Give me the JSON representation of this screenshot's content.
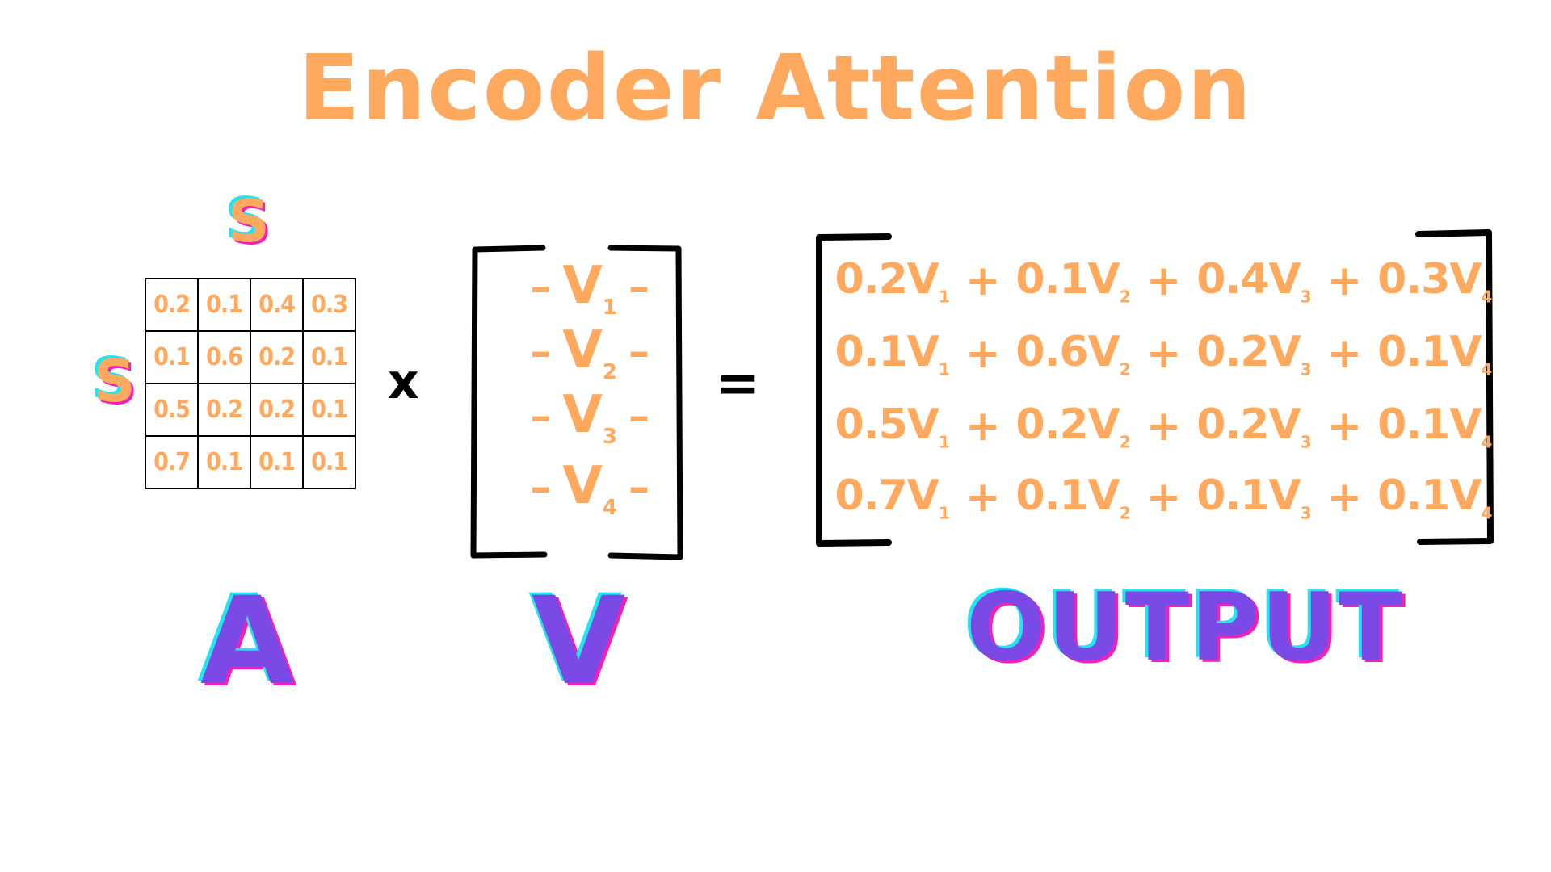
{
  "title": "Encoder Attention",
  "s_label": "S",
  "operators": {
    "times": "x",
    "equals": "="
  },
  "matrix_a": {
    "label": "A",
    "rows": [
      [
        "0.2",
        "0.1",
        "0.4",
        "0.3"
      ],
      [
        "0.1",
        "0.6",
        "0.2",
        "0.1"
      ],
      [
        "0.5",
        "0.2",
        "0.2",
        "0.1"
      ],
      [
        "0.7",
        "0.1",
        "0.1",
        "0.1"
      ]
    ]
  },
  "matrix_v": {
    "label": "V",
    "dash": "–",
    "rows": [
      {
        "name": "V",
        "sub": "1"
      },
      {
        "name": "V",
        "sub": "2"
      },
      {
        "name": "V",
        "sub": "3"
      },
      {
        "name": "V",
        "sub": "4"
      }
    ]
  },
  "output": {
    "label": "OUTPUT",
    "plus": "+",
    "rows": [
      [
        {
          "coef": "0.2",
          "sub": "1"
        },
        {
          "coef": "0.1",
          "sub": "2"
        },
        {
          "coef": "0.4",
          "sub": "3"
        },
        {
          "coef": "0.3",
          "sub": "4"
        }
      ],
      [
        {
          "coef": "0.1",
          "sub": "1"
        },
        {
          "coef": "0.6",
          "sub": "2"
        },
        {
          "coef": "0.2",
          "sub": "3"
        },
        {
          "coef": "0.1",
          "sub": "4"
        }
      ],
      [
        {
          "coef": "0.5",
          "sub": "1"
        },
        {
          "coef": "0.2",
          "sub": "2"
        },
        {
          "coef": "0.2",
          "sub": "3"
        },
        {
          "coef": "0.1",
          "sub": "4"
        }
      ],
      [
        {
          "coef": "0.7",
          "sub": "1"
        },
        {
          "coef": "0.1",
          "sub": "2"
        },
        {
          "coef": "0.1",
          "sub": "3"
        },
        {
          "coef": "0.1",
          "sub": "4"
        }
      ]
    ]
  },
  "colors": {
    "orange": "#FFA95F",
    "purple": "#7B4AE6",
    "cyan": "#22E5F0",
    "magenta": "#F21FB8",
    "ink": "#000000"
  }
}
